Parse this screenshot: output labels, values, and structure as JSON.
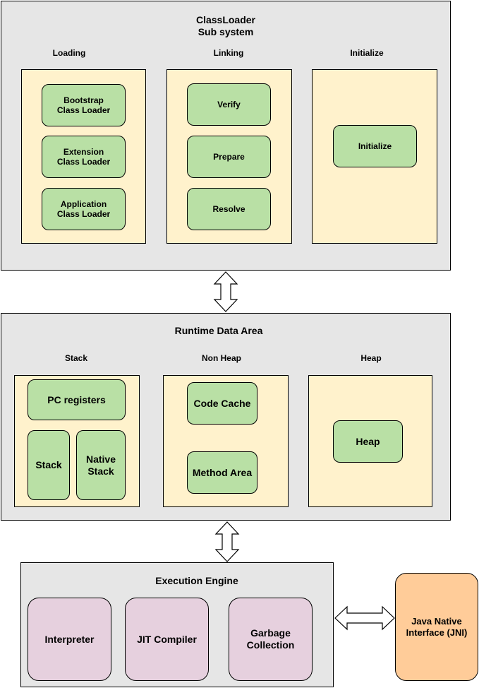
{
  "classloader": {
    "title": "ClassLoader\nSub system",
    "loading": {
      "label": "Loading",
      "items": [
        "Bootstrap\nClass Loader",
        "Extension\nClass Loader",
        "Application\nClass Loader"
      ]
    },
    "linking": {
      "label": "Linking",
      "items": [
        "Verify",
        "Prepare",
        "Resolve"
      ]
    },
    "initialize": {
      "label": "Initialize",
      "items": [
        "Initialize"
      ]
    }
  },
  "runtime": {
    "title": "Runtime Data Area",
    "stack": {
      "label": "Stack",
      "pc": "PC registers",
      "stack": "Stack",
      "native": "Native\nStack"
    },
    "nonheap": {
      "label": "Non Heap",
      "items": [
        "Code Cache",
        "Method Area"
      ]
    },
    "heap": {
      "label": "Heap",
      "items": [
        "Heap"
      ]
    }
  },
  "execution": {
    "title": "Execution Engine",
    "items": [
      "Interpreter",
      "JIT Compiler",
      "Garbage\nCollection"
    ]
  },
  "jni": {
    "label": "Java Native\nInterface (JNI)"
  },
  "colors": {
    "panel": "#e6e6e6",
    "section": "#fff2cc",
    "green": "#b9e0a5",
    "pink": "#e6d0de",
    "orange": "#ffcc99"
  }
}
